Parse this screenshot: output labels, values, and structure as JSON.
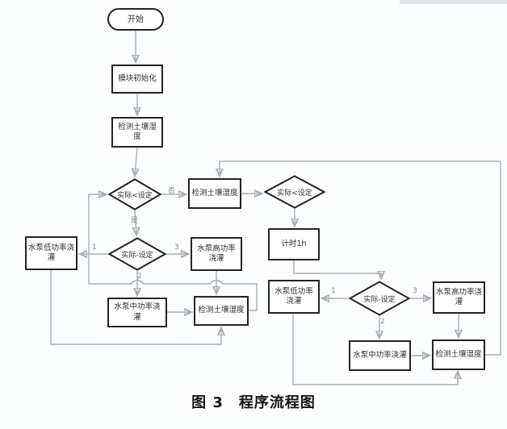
{
  "caption": "图 3　程序流程图",
  "colors": {
    "connector": "#a8adb2",
    "shape_border": "#242424",
    "shape_fill": "#ffffff",
    "background": "#fbfdfe",
    "arrowhead": "#2b2b2b"
  },
  "nodes": {
    "start": {
      "label": "开始"
    },
    "init": {
      "label": "模块初始化"
    },
    "check1": {
      "label": "检测土壤湿度"
    },
    "d1": {
      "label": "实际<设定"
    },
    "check2": {
      "label": "检测土壤湿度"
    },
    "d2": {
      "label": "实际<设定"
    },
    "timer": {
      "label": "计时1h"
    },
    "dmid": {
      "label": "实际-设定"
    },
    "lowpump1": {
      "label": "水泵低功率浇灌"
    },
    "highpump1": {
      "label": "水泵高功率浇灌"
    },
    "midpump1": {
      "label": "水泵中功率浇灌"
    },
    "check3": {
      "label": "检测土壤湿度"
    },
    "d3": {
      "label": "实际-设定"
    },
    "lowpump2": {
      "label": "水泵低功率浇灌"
    },
    "highpump2": {
      "label": "水泵高功率浇灌"
    },
    "midpump2": {
      "label": "水泵中功率浇灌"
    },
    "check4": {
      "label": "检测土壤湿度"
    }
  },
  "edge_labels": {
    "no": "否",
    "yes": "是",
    "m1": "1",
    "m2": "2",
    "m3": "3",
    "r1": "1",
    "r2": "2",
    "r3": "3"
  }
}
